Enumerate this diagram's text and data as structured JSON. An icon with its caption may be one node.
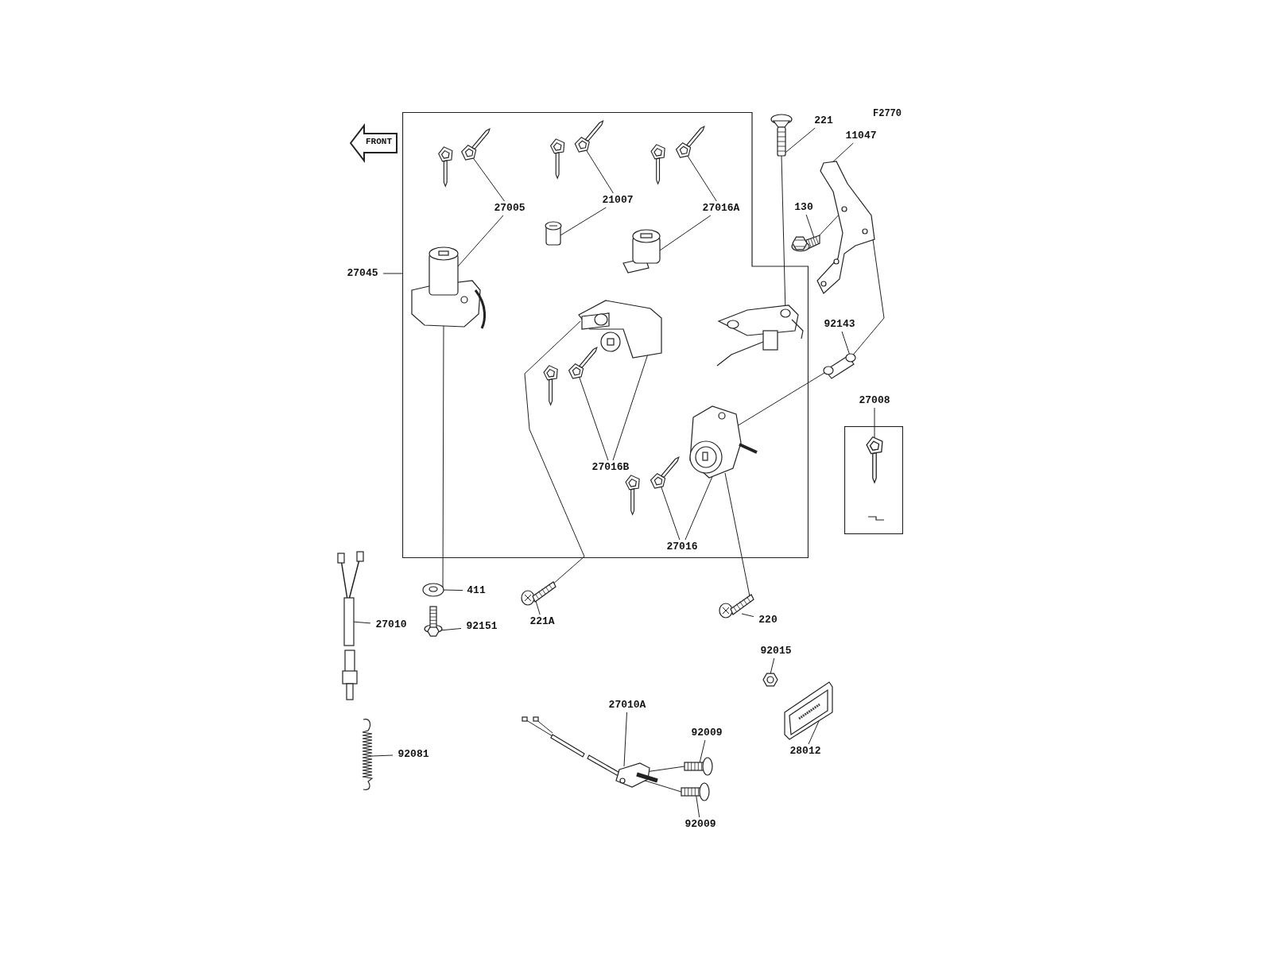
{
  "diagram": {
    "nodes": [
      {
        "text": [],
        "shape": "box"
      },
      {
        "text": [
          "27045"
        ]
      },
      {
        "text": [],
        "shape": "picture",
        "in": 0
      },
      {
        "text": [
          "27005"
        ],
        "in": 0
      },
      {
        "text": [],
        "shape": "picture",
        "in": 0
      },
      {
        "text": [],
        "shape": "picture",
        "in": 0
      },
      {
        "text": [],
        "shape": "picture",
        "in": 0
      },
      {
        "text": [
          "21007"
        ],
        "in": 0
      },
      {
        "text": [],
        "shape": "picture",
        "in": 0
      },
      {
        "text": [],
        "shape": "picture",
        "in": 0
      },
      {
        "text": [
          "27016A"
        ],
        "in": 0
      },
      {
        "text": [],
        "shape": "picture",
        "in": 0
      },
      {
        "text": [],
        "shape": "picture",
        "in": 0
      },
      {
        "text": [
          "27016B"
        ],
        "in": 0
      },
      {
        "text": [],
        "shape": "picture",
        "in": 0
      },
      {
        "text": [],
        "shape": "picture",
        "in": 0
      },
      {
        "text": [],
        "shape": "picture",
        "in": 0
      },
      {
        "text": [
          "27016"
        ],
        "in": 0
      },
      {
        "text": [
          "221"
        ]
      },
      {
        "text": [],
        "shape": "picture"
      },
      {
        "text": [
          "11047"
        ]
      },
      {
        "text": [],
        "shape": "picture"
      },
      {
        "text": [
          "130"
        ]
      },
      {
        "text": [],
        "shape": "picture"
      },
      {
        "text": [
          "92143"
        ]
      },
      {
        "text": [],
        "shape": "picture"
      },
      {
        "text": [
          "27008"
        ]
      },
      {
        "text": [],
        "shape": "box"
      },
      {
        "text": [],
        "shape": "picture",
        "in": 27
      },
      {
        "text": [],
        "shape": "picture"
      },
      {
        "text": [
          "411"
        ]
      },
      {
        "text": [],
        "shape": "picture"
      },
      {
        "text": [
          "92151"
        ]
      },
      {
        "text": [],
        "shape": "picture"
      },
      {
        "text": [
          "27010"
        ]
      },
      {
        "text": [],
        "shape": "picture"
      },
      {
        "text": [
          "92081"
        ]
      },
      {
        "text": [],
        "shape": "picture"
      },
      {
        "text": [
          "221A"
        ]
      },
      {
        "text": [],
        "shape": "picture"
      },
      {
        "text": [
          "220"
        ]
      },
      {
        "text": [
          "92015"
        ]
      },
      {
        "text": [],
        "shape": "picture"
      },
      {
        "text": [],
        "shape": "picture"
      },
      {
        "text": [
          "28012"
        ]
      },
      {
        "text": [],
        "shape": "picture"
      },
      {
        "text": [
          "27010A"
        ]
      },
      {
        "text": [
          "92009"
        ]
      },
      {
        "text": [],
        "shape": "picture"
      },
      {
        "text": [],
        "shape": "picture"
      },
      {
        "text": [
          "92009"
        ]
      }
    ],
    "edges": [
      {
        "from": 1,
        "to": 0,
        "arrow": "none"
      },
      {
        "from": 3,
        "to": 2,
        "arrow": "none"
      },
      {
        "from": 3,
        "to": 4,
        "arrow": "none"
      },
      {
        "from": 7,
        "to": 5,
        "arrow": "none"
      },
      {
        "from": 7,
        "to": 6,
        "arrow": "none"
      },
      {
        "from": 10,
        "to": 8,
        "arrow": "none"
      },
      {
        "from": 10,
        "to": 9,
        "arrow": "none"
      },
      {
        "from": 13,
        "to": 11,
        "arrow": "none"
      },
      {
        "from": 13,
        "to": 12,
        "arrow": "none"
      },
      {
        "from": 17,
        "to": 15,
        "arrow": "none"
      },
      {
        "from": 17,
        "to": 16,
        "arrow": "none"
      },
      {
        "from": 18,
        "to": 19,
        "arrow": "none"
      },
      {
        "from": 20,
        "to": 21,
        "arrow": "none"
      },
      {
        "from": 22,
        "to": 23,
        "arrow": "none"
      },
      {
        "from": 24,
        "to": 25,
        "arrow": "none"
      },
      {
        "from": 26,
        "to": 28,
        "arrow": "none"
      },
      {
        "from": 30,
        "to": 29,
        "arrow": "none"
      },
      {
        "from": 32,
        "to": 31,
        "arrow": "none"
      },
      {
        "from": 34,
        "to": 33,
        "arrow": "none"
      },
      {
        "from": 36,
        "to": 35,
        "arrow": "none"
      },
      {
        "from": 38,
        "to": 37,
        "arrow": "none"
      },
      {
        "from": 40,
        "to": 39,
        "arrow": "none"
      },
      {
        "from": 41,
        "to": 42,
        "arrow": "none"
      },
      {
        "from": 44,
        "to": 43,
        "arrow": "none"
      },
      {
        "from": 46,
        "to": 45,
        "arrow": "none"
      },
      {
        "from": 47,
        "to": 48,
        "arrow": "none"
      },
      {
        "from": 50,
        "to": 49,
        "arrow": "none"
      },
      {
        "from": 19,
        "to": 14,
        "arrow": "none"
      },
      {
        "from": 23,
        "to": 21,
        "arrow": "none"
      },
      {
        "from": 21,
        "to": 25,
        "arrow": "none"
      },
      {
        "from": 25,
        "to": 15,
        "arrow": "none"
      },
      {
        "from": 4,
        "to": 29,
        "arrow": "none"
      },
      {
        "from": 11,
        "to": 37,
        "arrow": "none"
      },
      {
        "from": 15,
        "to": 39,
        "arrow": "none"
      },
      {
        "from": 45,
        "to": 48,
        "arrow": "none"
      },
      {
        "from": 45,
        "to": 49,
        "arrow": "none"
      }
    ],
    "labels": [
      "FRONT",
      "F2770"
    ]
  }
}
